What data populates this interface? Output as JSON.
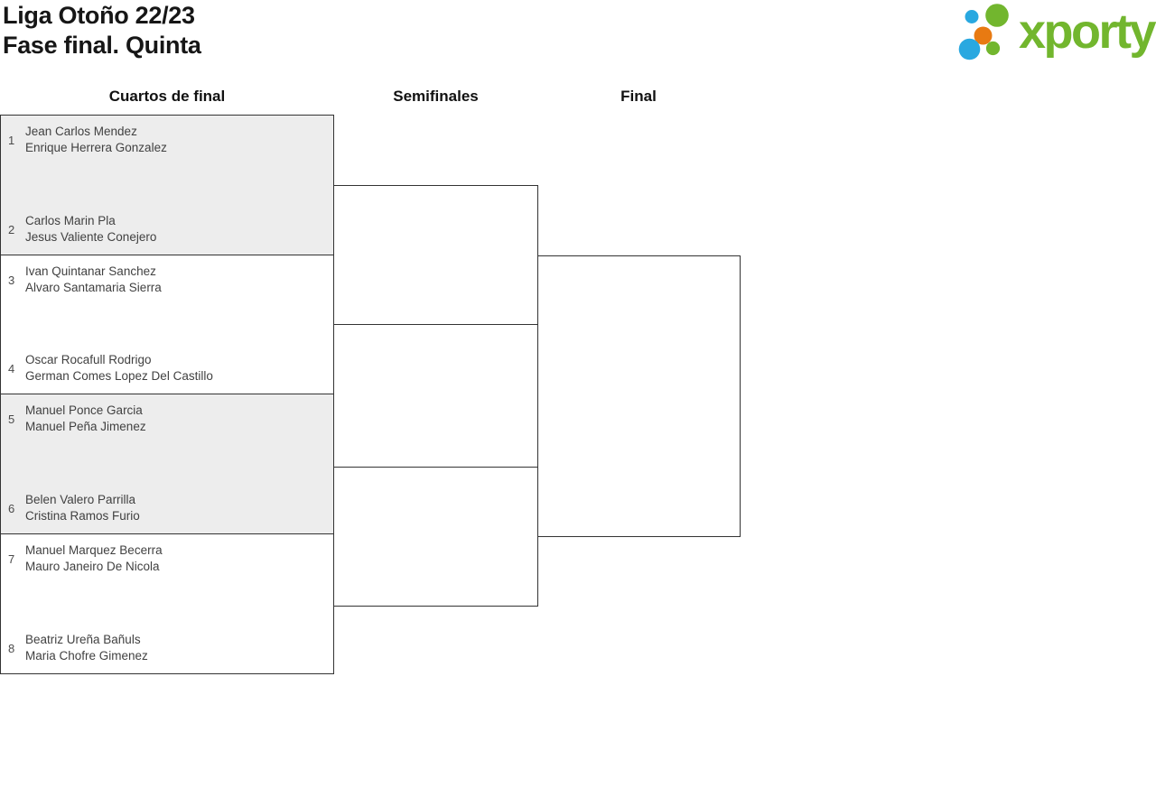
{
  "page": {
    "title_line1": "Liga Otoño 22/23",
    "title_line2": "Fase final. Quinta"
  },
  "logo": {
    "text": "xporty",
    "green": "#72b62e",
    "blue": "#29a8e0",
    "orange": "#e87a12"
  },
  "columns": [
    {
      "label": "Cuartos de final"
    },
    {
      "label": "Semifinales"
    },
    {
      "label": "Final"
    }
  ],
  "bracket": {
    "row_highlight_color": "#ededed",
    "border_color": "#333333",
    "quarterfinals": [
      {
        "top": {
          "seed": "1",
          "player1": "Jean Carlos Mendez",
          "player2": "Enrique Herrera Gonzalez"
        },
        "bottom": {
          "seed": "2",
          "player1": "Carlos Marin Pla",
          "player2": "Jesus Valiente Conejero"
        }
      },
      {
        "top": {
          "seed": "3",
          "player1": "Ivan Quintanar Sanchez",
          "player2": "Alvaro Santamaria Sierra"
        },
        "bottom": {
          "seed": "4",
          "player1": "Oscar Rocafull Rodrigo",
          "player2": "German Comes Lopez Del Castillo"
        }
      },
      {
        "top": {
          "seed": "5",
          "player1": "Manuel Ponce Garcia",
          "player2": "Manuel Peña Jimenez"
        },
        "bottom": {
          "seed": "6",
          "player1": "Belen Valero Parrilla",
          "player2": "Cristina Ramos Furio"
        }
      },
      {
        "top": {
          "seed": "7",
          "player1": "Manuel Marquez Becerra",
          "player2": "Mauro Janeiro De Nicola"
        },
        "bottom": {
          "seed": "8",
          "player1": "Beatriz Ureña Bañuls",
          "player2": "Maria Chofre Gimenez"
        }
      }
    ]
  }
}
